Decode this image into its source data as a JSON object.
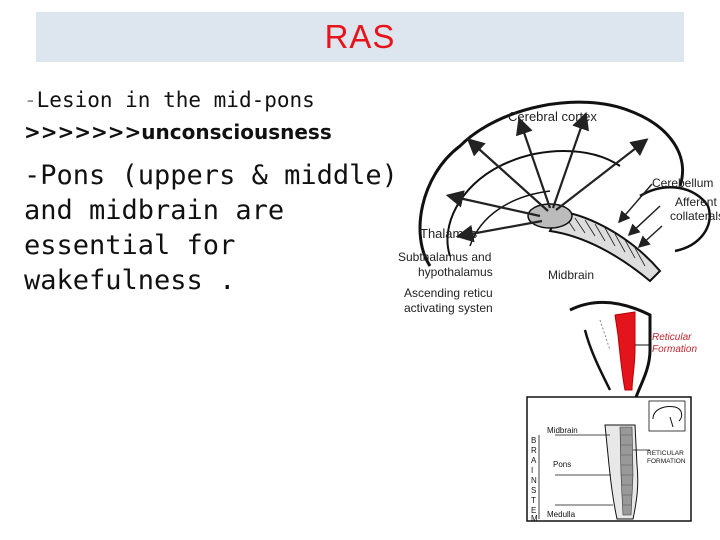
{
  "slide": {
    "title": "RAS",
    "bullet1": {
      "dash": "-",
      "line_a": "Lesion in the mid-pons",
      "line_b": ">>>>>>>unconsciousness"
    },
    "bullet2": {
      "lines": [
        "-Pons (uppers & middle)",
        "and midbrain are",
        "essential for",
        "wakefulness ."
      ]
    }
  },
  "figure_top": {
    "labels": {
      "cortex": "Cerebral cortex",
      "cerebellum": "Cerebellum",
      "afferent": "Afferent",
      "collaterals": "collaterals",
      "thalamus": "Thalamus",
      "subthalamus_1": "Subthalamus and",
      "subthalamus_2": "hypothalamus",
      "midbrain": "Midbrain",
      "ascending_1": "Ascending reticu",
      "ascending_2": "activating systen"
    }
  },
  "figure_mid": {
    "labels": {
      "reticular": "Reticular",
      "formation": "Formation"
    },
    "colors": {
      "reticular": "#e3141b"
    }
  },
  "figure_bottom": {
    "labels": {
      "midbrain": "Midbrain",
      "pons": "Pons",
      "medulla": "Medulla",
      "brainstem": [
        "B",
        "R",
        "A",
        "I",
        "N",
        "S",
        "T",
        "E",
        "M"
      ],
      "reticular_1": "RETICULAR",
      "reticular_2": "FORMATION"
    }
  }
}
